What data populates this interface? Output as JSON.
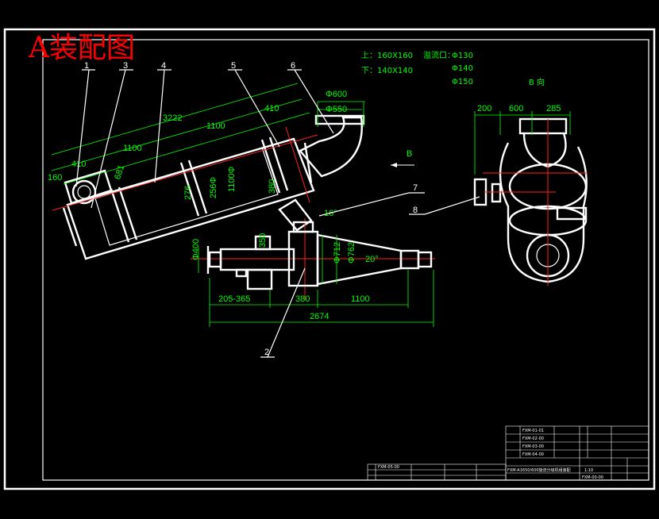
{
  "title": "A装配图",
  "specs": {
    "upper": "上：160X160",
    "lower": "下：140X140",
    "overflow_label": "溢流口：",
    "overflow_values": [
      "Φ130",
      "Φ140",
      "Φ150"
    ]
  },
  "view_label": "B 向",
  "direction_label": "B",
  "callouts": [
    "1",
    "3",
    "4",
    "5",
    "6",
    "7",
    "8",
    "2"
  ],
  "dimensions": {
    "d160": "160",
    "d410_left": "410",
    "d1100_left": "1100",
    "d3222": "3222",
    "d1100_mid": "1100",
    "d410_right": "410",
    "phi600": "Φ600",
    "phi550": "Φ550",
    "d681": "681",
    "d276": "276",
    "d256": "256Φ",
    "d1100_dia": "1100Φ",
    "d380_vert": "380",
    "d16deg": "16°",
    "d200": "200",
    "d600": "600",
    "d285": "285",
    "phi400": "Φ400",
    "d350": "350",
    "d205_365": "205-365",
    "d380": "380",
    "d1100_bottom": "1100",
    "d2674": "2674",
    "phi712": "Φ712",
    "phi762": "Φ762",
    "d20deg": "20°"
  },
  "title_block": {
    "drawing_name": "FXM-A1650/600旋流分级机组装配",
    "drawing_number": "FXM-00-00",
    "scale": "1:10",
    "rows": [
      "FXM-01-01",
      "FXM-02-00",
      "FXM-03-00",
      "FXM-04-00",
      "FXM-05-00"
    ]
  },
  "colors": {
    "background": "#000000",
    "frame": "#ffffff",
    "dimension": "#00ff00",
    "centerline": "#ff2020",
    "title": "#ff0000"
  }
}
